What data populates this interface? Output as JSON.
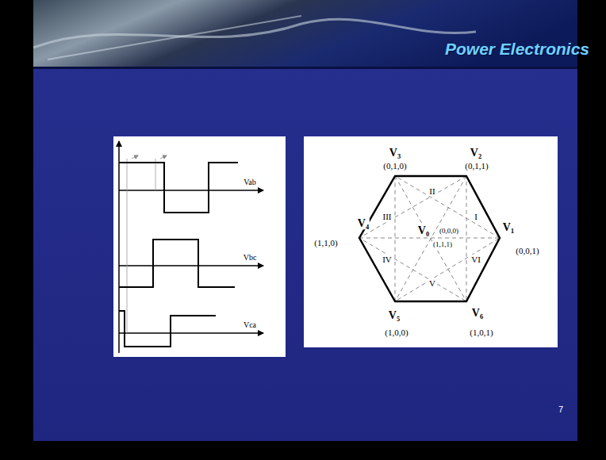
{
  "diagram": {
    "title": "Power Electronics",
    "labels": [
      "Vab",
      "Vbc",
      "Vca",
      "V₃",
      "(0,1,0)",
      "V₂",
      "(0,1,1)",
      "V₄",
      "(1,1,0)",
      "V₁",
      "(0,0,1)",
      "V₅",
      "(1,0,0)",
      "V₆",
      "(1,0,1)",
      "V₀",
      "(0,0,0)",
      "(1,1,1)",
      "I",
      "II",
      "III",
      "IV",
      "V",
      "VI",
      "7"
    ]
  }
}
